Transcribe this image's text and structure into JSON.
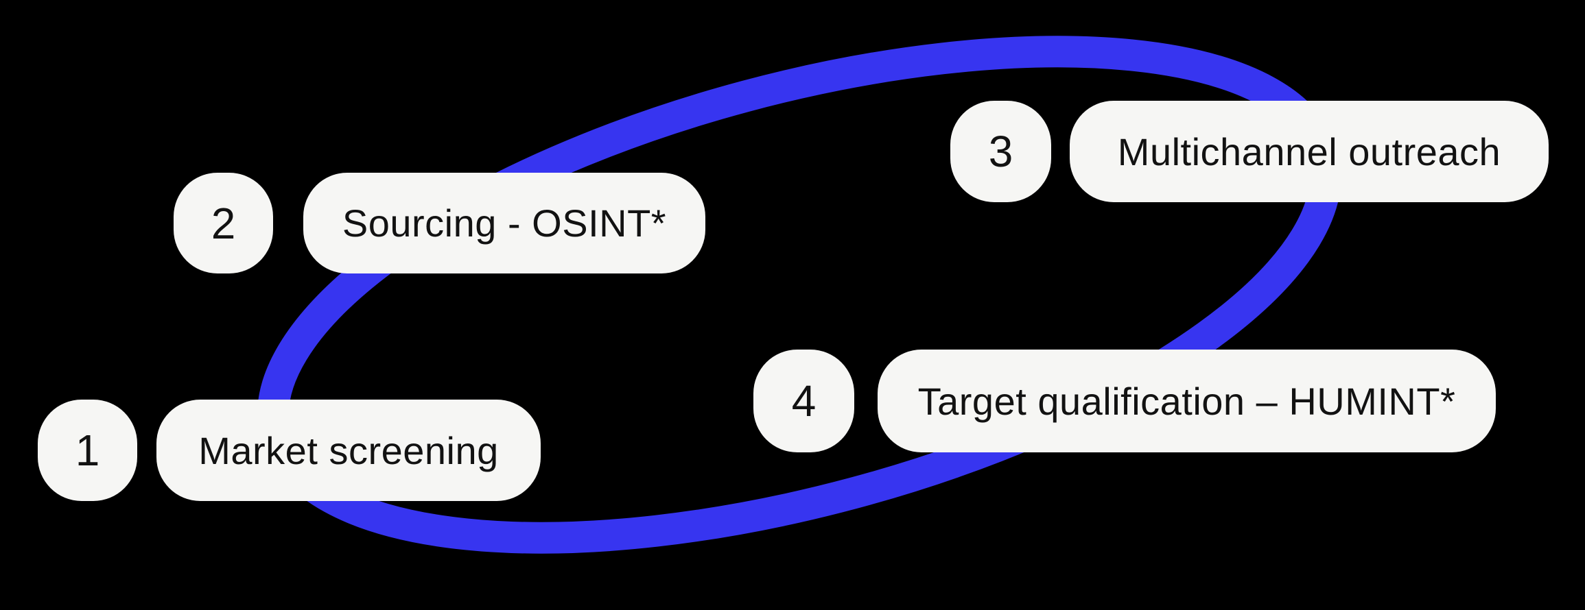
{
  "colors": {
    "background": "#000000",
    "accent": "#3735F0",
    "pill_bg": "#F6F6F4",
    "text": "#121212"
  },
  "diagram": {
    "type": "process-loop",
    "loop_shape": "ellipse",
    "steps": [
      {
        "number": "1",
        "label": "Market screening"
      },
      {
        "number": "2",
        "label": "Sourcing - OSINT*"
      },
      {
        "number": "3",
        "label": "Multichannel outreach"
      },
      {
        "number": "4",
        "label": "Target qualification – HUMINT*"
      }
    ]
  }
}
